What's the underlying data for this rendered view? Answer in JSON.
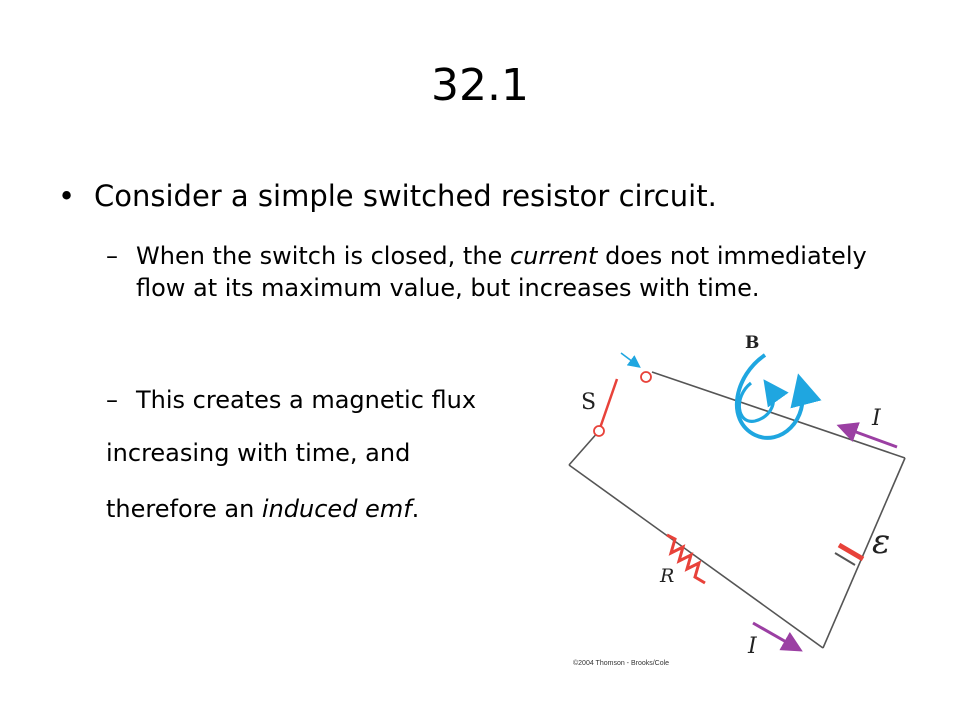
{
  "slide": {
    "title": "32.1"
  },
  "bullets": {
    "main": "Consider a simple switched resistor circuit.",
    "sub1_before": "When the switch is closed, the ",
    "sub1_em": "current",
    "sub1_after": " does not immediately flow at its maximum value, but increases with time.",
    "sub2": "This creates a magnetic flux",
    "cont1": "increasing with time, and",
    "cont2_before": "therefore an ",
    "cont2_em": "induced emf",
    "cont2_after": "."
  },
  "figure": {
    "label_B": "B",
    "label_S": "S",
    "label_I_top": "I",
    "label_emf": "ε",
    "label_R": "R",
    "label_I_bottom": "I",
    "credit": "©2004 Thomson - Brooks/Cole",
    "colors": {
      "wire": "#555555",
      "switch": "#e8423a",
      "field": "#1fa6e0",
      "current_arrow": "#9b3fa3",
      "resistor": "#e8423a"
    }
  }
}
